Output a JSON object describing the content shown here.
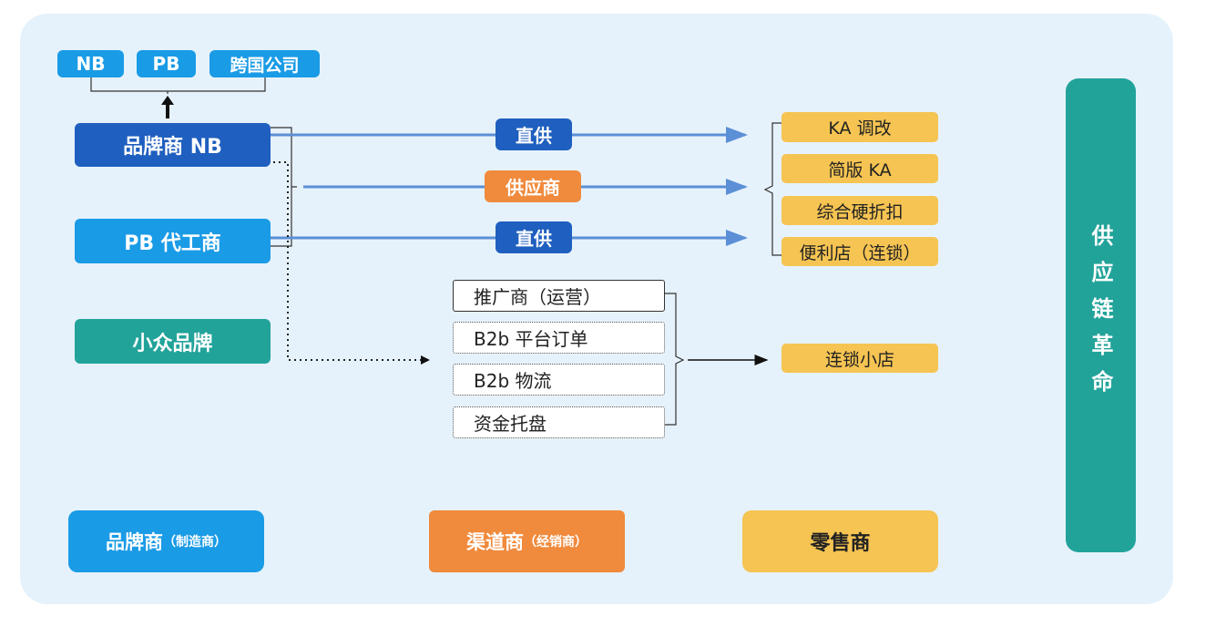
{
  "top_tags": [
    "NB",
    "PB",
    "跨国公司"
  ],
  "sources": {
    "nb": "品牌商 NB",
    "pb": "PB 代工商",
    "niche": "小众品牌"
  },
  "channels": {
    "direct1": "直供",
    "supplier": "供应商",
    "direct2": "直供"
  },
  "retail_targets": [
    "KA 调改",
    "简版 KA",
    "综合硬折扣",
    "便利店（连锁）"
  ],
  "services": [
    "推广商（运营）",
    "B2b 平台订单",
    "B2b 物流",
    "资金托盘"
  ],
  "small_store": "连锁小店",
  "legend": {
    "brand": "品牌商",
    "brand_sub": "（制造商）",
    "channel": "渠道商",
    "channel_sub": "（经销商）",
    "retailer": "零售商"
  },
  "side_title": "供应链革命",
  "colors": {
    "dark_blue": "#1f5fbf",
    "blue": "#1a9be6",
    "teal": "#22a39a",
    "orange": "#f08a3c",
    "yellow": "#f5c452"
  }
}
